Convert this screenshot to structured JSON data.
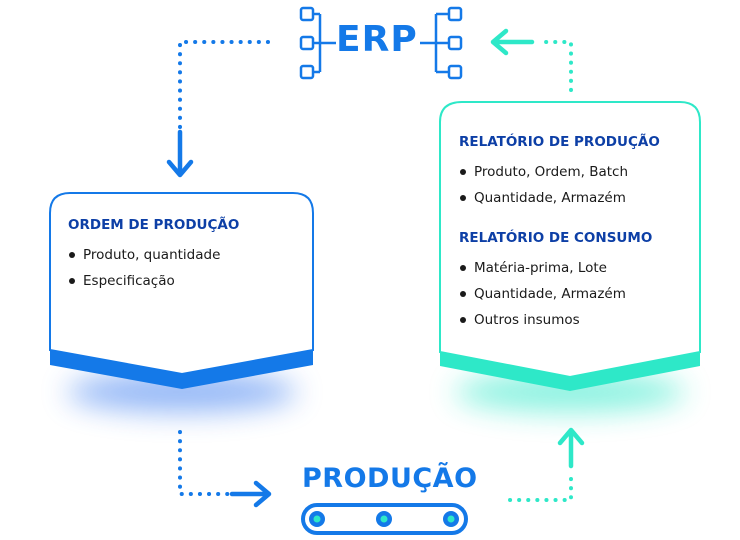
{
  "erp": {
    "label": "ERP"
  },
  "production": {
    "label": "PRODUÇÃO"
  },
  "order_card": {
    "heading": "ORDEM DE PRODUÇÃO",
    "items": [
      "Produto, quantidade",
      "Especificação"
    ]
  },
  "report_card": {
    "production_heading": "RELATÓRIO DE PRODUÇÃO",
    "production_items": [
      "Produto, Ordem, Batch",
      "Quantidade, Armazém"
    ],
    "consumption_heading": "RELATÓRIO DE CONSUMO",
    "consumption_items": [
      "Matéria-prima, Lote",
      "Quantidade, Armazém",
      "Outros insumos"
    ]
  },
  "colors": {
    "blue": "#1479e8",
    "teal": "#2ee8c8",
    "heading": "#0d3fa6"
  },
  "icons": [
    "erp-network-icon",
    "conveyor-icon",
    "arrow-down-icon",
    "arrow-right-icon",
    "arrow-up-icon",
    "arrow-left-icon"
  ]
}
